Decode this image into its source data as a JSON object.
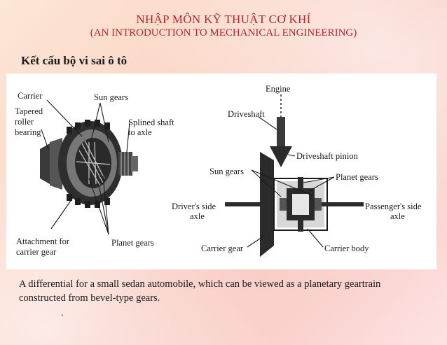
{
  "slide": {
    "title_vi": "NHẬP MÔN KỸ THUẬT CƠ KHÍ",
    "title_en": "(AN INTRODUCTION TO MECHANICAL ENGINEERING)",
    "heading": "Kết cấu bộ vi sai ô tô",
    "caption_line1": "A differential for a small sedan automobile, which can be viewed as a planetary geartrain",
    "caption_line2": "constructed from bevel-type gears.",
    "trailing_mark": "."
  },
  "figure_left": {
    "labels": {
      "carrier": "Carrier",
      "sun_gears": "Sun gears",
      "tapered_1": "Tapered",
      "tapered_2": "roller",
      "tapered_3": "bearing",
      "splined_1": "Splined shaft",
      "splined_2": "to axle",
      "attach_1": "Attachment for",
      "attach_2": "carrier gear",
      "planet_gears": "Planet gears"
    }
  },
  "figure_right": {
    "labels": {
      "engine": "Engine",
      "driveshaft": "Driveshaft",
      "driveshaft_pinion": "Driveshaft pinion",
      "sun_gears": "Sun gears",
      "planet_gears": "Planet gears",
      "driver_axle_1": "Driver's side",
      "driver_axle_2": "axle",
      "passenger_axle_1": "Passenger's side",
      "passenger_axle_2": "axle",
      "carrier_gear": "Carrier gear",
      "carrier_body": "Carrier body"
    }
  }
}
